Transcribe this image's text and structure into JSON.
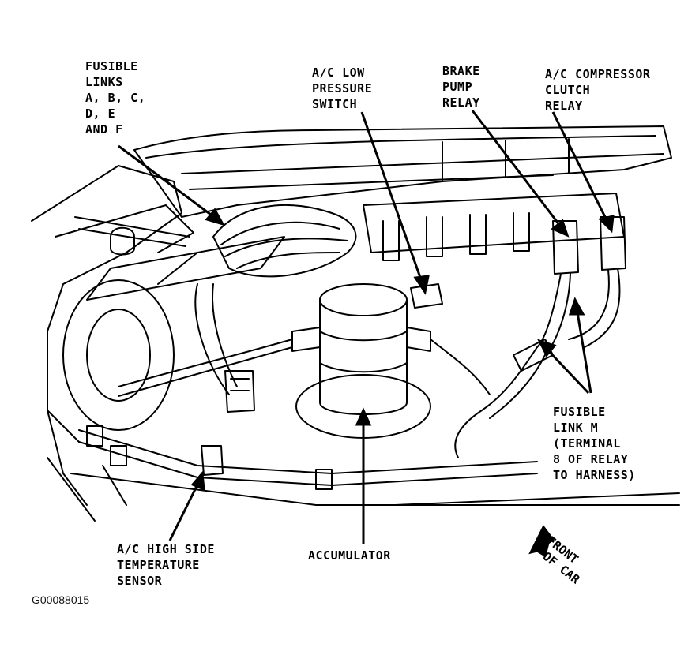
{
  "labels": {
    "fusible_links": [
      "FUSIBLE",
      "LINKS",
      "A, B, C,",
      "D, E",
      "AND F"
    ],
    "ac_low_pressure_switch": [
      "A/C LOW",
      "PRESSURE",
      "SWITCH"
    ],
    "brake_pump_relay": [
      "BRAKE",
      "PUMP",
      "RELAY"
    ],
    "ac_compressor_clutch_relay": [
      "A/C COMPRESSOR",
      "CLUTCH",
      "RELAY"
    ],
    "fusible_link_m": [
      "FUSIBLE",
      "LINK M",
      "(TERMINAL",
      "8 OF RELAY",
      "TO HARNESS)"
    ],
    "ac_high_side_temp_sensor": [
      "A/C HIGH SIDE",
      "TEMPERATURE",
      "SENSOR"
    ],
    "accumulator": "ACCUMULATOR",
    "front_of_car": [
      "FRONT",
      "OF CAR"
    ]
  },
  "figure_id": "G00088015"
}
